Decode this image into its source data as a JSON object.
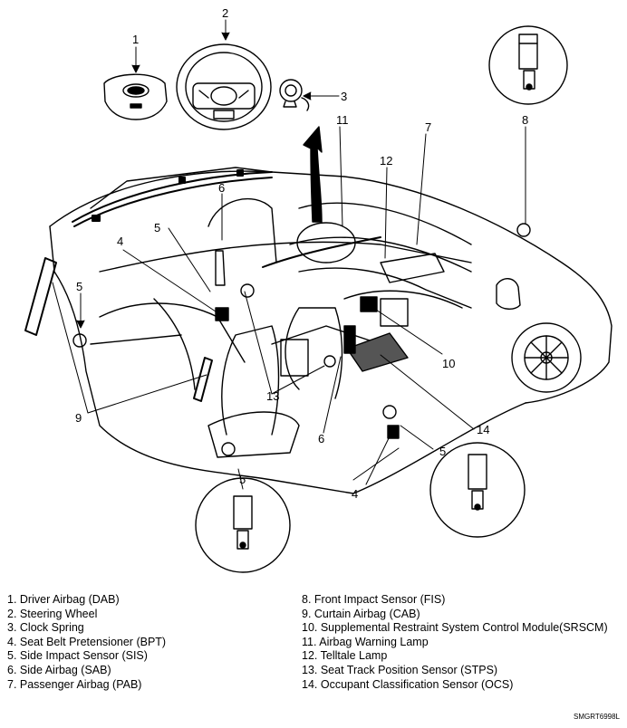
{
  "callouts": [
    "1",
    "2",
    "3",
    "4",
    "5",
    "6",
    "7",
    "8",
    "9",
    "10",
    "11",
    "12",
    "13",
    "14"
  ],
  "legend_left": [
    "1. Driver Airbag (DAB)",
    "2. Steering Wheel",
    "3. Clock Spring",
    "4. Seat Belt Pretensioner (BPT)",
    "5. Side Impact Sensor (SIS)",
    "6. Side Airbag (SAB)",
    "7. Passenger Airbag (PAB)"
  ],
  "legend_right": [
    "8. Front Impact Sensor (FIS)",
    "9. Curtain Airbag (CAB)",
    "10. Supplemental Restraint System Control Module(SRSCM)",
    "11. Airbag Warning Lamp",
    "12. Telltale Lamp",
    "13. Seat Track Position Sensor (STPS)",
    "14. Occupant Classification Sensor (OCS)"
  ],
  "figure_code": "SMGRT6998L"
}
